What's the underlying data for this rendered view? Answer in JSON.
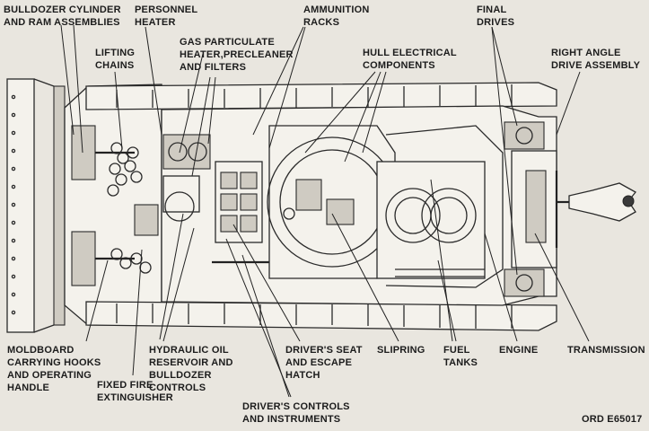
{
  "labels": {
    "bulldozer_cylinder": [
      "BULLDOZER CYLINDER",
      "AND RAM ASSEMBLIES"
    ],
    "personnel_heater": [
      "PERSONNEL",
      "HEATER"
    ],
    "ammunition_racks": [
      "AMMUNITION",
      "RACKS"
    ],
    "final_drives": [
      "FINAL",
      "DRIVES"
    ],
    "lifting_chains": [
      "LIFTING",
      "CHAINS"
    ],
    "gas_particulate": [
      "GAS PARTICULATE",
      "HEATER,PRECLEANER",
      "AND FILTERS"
    ],
    "hull_electrical": [
      "HULL ELECTRICAL",
      "COMPONENTS"
    ],
    "right_angle_drive": [
      "RIGHT ANGLE",
      "DRIVE ASSEMBLY"
    ],
    "moldboard_hooks": [
      "MOLDBOARD",
      "CARRYING HOOKS",
      "AND OPERATING",
      "HANDLE"
    ],
    "hydraulic_oil": [
      "HYDRAULIC OIL",
      "RESERVOIR AND",
      "BULLDOZER",
      "CONTROLS"
    ],
    "drivers_seat": [
      "DRIVER'S SEAT",
      "AND ESCAPE",
      "HATCH"
    ],
    "slipring": [
      "SLIPRING"
    ],
    "fuel_tanks": [
      "FUEL",
      "TANKS"
    ],
    "engine": [
      "ENGINE"
    ],
    "transmission": [
      "TRANSMISSION"
    ],
    "fixed_fire_extinguisher": [
      "FIXED FIRE",
      "EXTINGUISHER"
    ],
    "drivers_controls": [
      "DRIVER'S CONTROLS",
      "AND INSTRUMENTS"
    ]
  },
  "figure_code": "ORD E65017"
}
